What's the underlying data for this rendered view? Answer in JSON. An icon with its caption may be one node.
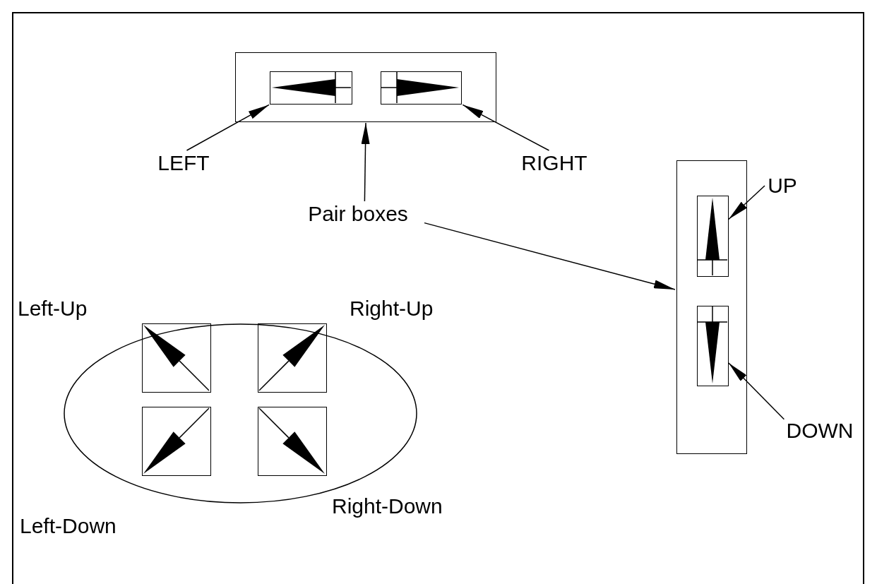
{
  "diagram": {
    "nodes": [
      {
        "text": [],
        "shape": "box"
      },
      {
        "text": [],
        "shape": "box",
        "in": 0
      },
      {
        "text": [],
        "shape": "box",
        "in": 0
      },
      {
        "text": [
          "LEFT"
        ]
      },
      {
        "text": [
          "RIGHT"
        ]
      },
      {
        "text": [
          "Pair boxes"
        ]
      },
      {
        "text": [],
        "shape": "box"
      },
      {
        "text": [],
        "shape": "box",
        "in": 6
      },
      {
        "text": [],
        "shape": "box",
        "in": 6
      },
      {
        "text": [
          "UP"
        ]
      },
      {
        "text": [
          "DOWN"
        ]
      },
      {
        "text": [],
        "shape": "ellipse"
      },
      {
        "text": [],
        "shape": "box",
        "in": 11
      },
      {
        "text": [],
        "shape": "box",
        "in": 11
      },
      {
        "text": [],
        "shape": "box",
        "in": 11
      },
      {
        "text": [],
        "shape": "box",
        "in": 11
      }
    ],
    "edges": [
      {
        "from": 3,
        "to": 1,
        "arrow": "to"
      },
      {
        "from": 4,
        "to": 2,
        "arrow": "to"
      },
      {
        "from": 5,
        "to": 0,
        "arrow": "to"
      },
      {
        "from": 5,
        "to": 6,
        "arrow": "to"
      },
      {
        "from": 9,
        "to": 7,
        "arrow": "to"
      },
      {
        "from": 10,
        "to": 8,
        "arrow": "to"
      }
    ],
    "labels": [
      "Left-Up",
      "Right-Up",
      "Left-Down",
      "Right-Down"
    ]
  }
}
